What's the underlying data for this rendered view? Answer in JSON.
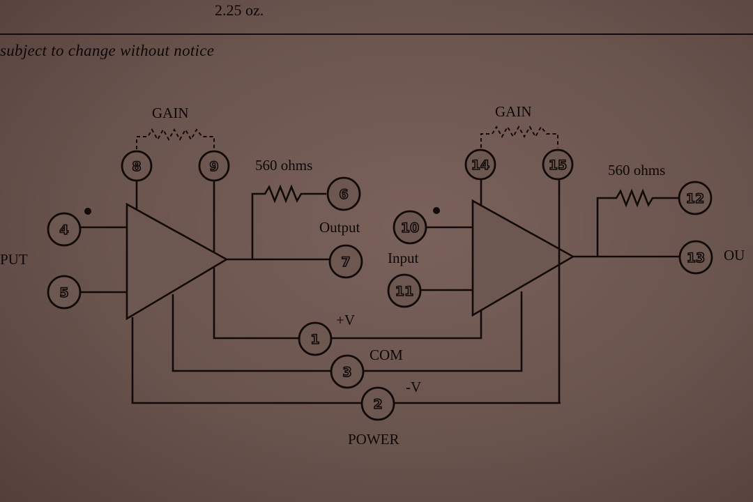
{
  "header": {
    "weight": "2.25 oz.",
    "notice": "subject to change without notice"
  },
  "labels": {
    "gain_left": "GAIN",
    "gain_right": "GAIN",
    "resistor_left": "560 ohms",
    "resistor_right": "560 ohms",
    "output": "Output",
    "input": "Input",
    "input_partial": "PUT",
    "output_partial": "OU",
    "plus_v": "+V",
    "com": "COM",
    "minus_v": "-V",
    "power": "POWER"
  },
  "pins": {
    "p1": "1",
    "p2": "2",
    "p3": "3",
    "p4": "4",
    "p5": "5",
    "p6": "6",
    "p7": "7",
    "p8": "8",
    "p9": "9",
    "p10": "10",
    "p11": "11",
    "p12": "12",
    "p13": "13",
    "p14": "14",
    "p15": "15"
  }
}
